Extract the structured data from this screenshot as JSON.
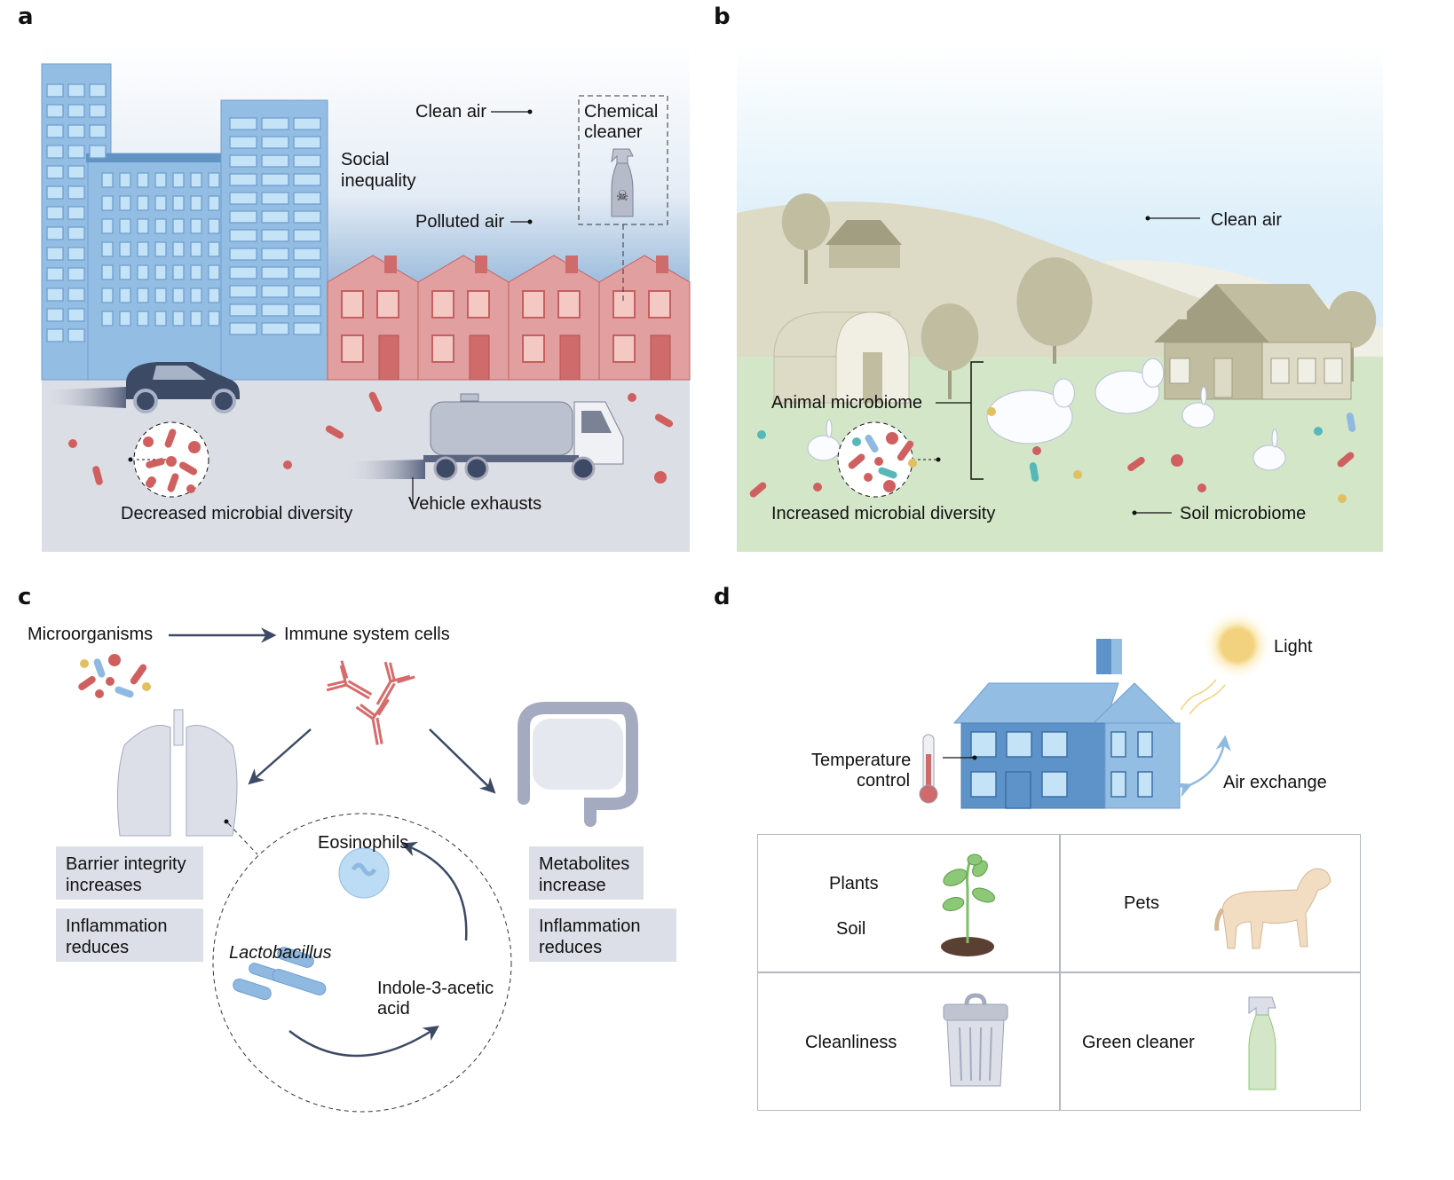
{
  "panels": {
    "a": {
      "letter": "a",
      "labels": {
        "clean_air": "Clean air",
        "polluted_air": "Polluted air",
        "social_inequality_1": "Social",
        "social_inequality_2": "inequality",
        "chemical_cleaner_1": "Chemical",
        "chemical_cleaner_2": "cleaner",
        "decreased_diversity": "Decreased microbial diversity",
        "vehicle_exhausts": "Vehicle exhausts"
      }
    },
    "b": {
      "letter": "b",
      "labels": {
        "clean_air": "Clean air",
        "animal_microbiome": "Animal microbiome",
        "increased_diversity": "Increased microbial diversity",
        "soil_microbiome": "Soil microbiome"
      }
    },
    "c": {
      "letter": "c",
      "labels": {
        "microorganisms": "Microorganisms",
        "immune_cells": "Immune system cells",
        "eosinophils": "Eosinophils",
        "lactobacillus": "Lactobacillus",
        "indole_1": "Indole-3-acetic",
        "indole_2": "acid"
      },
      "lung_boxes": [
        {
          "line1": "Barrier integrity",
          "line2": "increases"
        },
        {
          "line1": "Inflammation",
          "line2": "reduces"
        }
      ],
      "gut_boxes": [
        {
          "line1": "Metabolites",
          "line2": "increase"
        },
        {
          "line1": "Inflammation",
          "line2": "reduces"
        }
      ]
    },
    "d": {
      "letter": "d",
      "labels": {
        "light": "Light",
        "temperature_1": "Temperature",
        "temperature_2": "control",
        "air_exchange": "Air exchange"
      },
      "grid": [
        {
          "labels": [
            "Plants",
            "Soil"
          ],
          "icon": "plant-icon"
        },
        {
          "labels": [
            "Pets"
          ],
          "icon": "dog-icon"
        },
        {
          "labels": [
            "Cleanliness"
          ],
          "icon": "trash-bin-icon"
        },
        {
          "labels": [
            "Green cleaner"
          ],
          "icon": "spray-bottle-icon"
        }
      ]
    }
  },
  "colors": {
    "microbe_red": "#d0605f",
    "microbe_blue": "#8fb9e0",
    "microbe_teal": "#56b8b8",
    "microbe_yellow": "#e0c060",
    "urban_ground": "#dcdee6",
    "rural_ground": "#d4e6c8",
    "box_grey": "#dcdfe7"
  }
}
